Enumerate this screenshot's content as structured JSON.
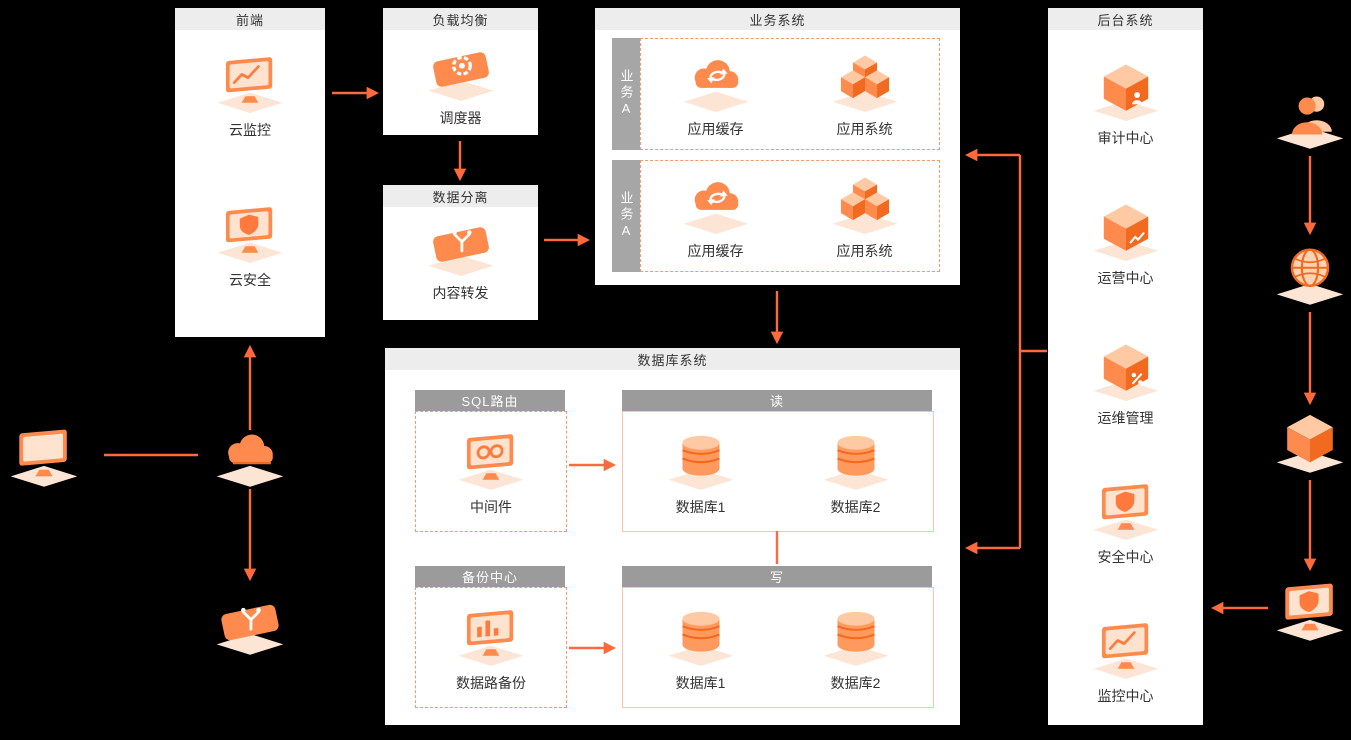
{
  "colors": {
    "background": "#000000",
    "accent": "#ff6a3d",
    "panel_header_bg": "#ededed",
    "subheader_bg": "#9b9b9b",
    "dashed_border": "#ff9468",
    "icon_orange": "#ff8a4d",
    "platform": "#fce5d5"
  },
  "panels": {
    "frontend": {
      "title": "前端",
      "items": [
        {
          "label": "云监控",
          "icon": "cloud-monitor-icon"
        },
        {
          "label": "云安全",
          "icon": "cloud-security-icon"
        }
      ]
    },
    "load_balancer": {
      "title": "负载均衡",
      "items": [
        {
          "label": "调度器",
          "icon": "scheduler-icon"
        }
      ]
    },
    "data_separation": {
      "title": "数据分离",
      "items": [
        {
          "label": "内容转发",
          "icon": "content-forward-icon"
        }
      ]
    },
    "business_system": {
      "title": "业务系统",
      "groups": [
        {
          "tab": "业务A",
          "items": [
            {
              "label": "应用缓存",
              "icon": "app-cache-icon"
            },
            {
              "label": "应用系统",
              "icon": "app-system-icon"
            }
          ]
        },
        {
          "tab": "业务A",
          "items": [
            {
              "label": "应用缓存",
              "icon": "app-cache-icon"
            },
            {
              "label": "应用系统",
              "icon": "app-system-icon"
            }
          ]
        }
      ]
    },
    "database_system": {
      "title": "数据库系统",
      "sql_routing": {
        "title": "SQL路由",
        "items": [
          {
            "label": "中间件",
            "icon": "middleware-icon"
          }
        ]
      },
      "read": {
        "title": "读",
        "items": [
          {
            "label": "数据库1",
            "icon": "database-icon"
          },
          {
            "label": "数据库2",
            "icon": "database-icon"
          }
        ]
      },
      "backup_center": {
        "title": "备份中心",
        "items": [
          {
            "label": "数据路备份",
            "icon": "data-backup-icon"
          }
        ]
      },
      "write": {
        "title": "写",
        "items": [
          {
            "label": "数据库1",
            "icon": "database-icon"
          },
          {
            "label": "数据库2",
            "icon": "database-icon"
          }
        ]
      }
    },
    "backend_system": {
      "title": "后台系统",
      "items": [
        {
          "label": "审计中心",
          "icon": "audit-center-icon"
        },
        {
          "label": "运营中心",
          "icon": "operation-center-icon"
        },
        {
          "label": "运维管理",
          "icon": "ops-management-icon"
        },
        {
          "label": "安全中心",
          "icon": "security-center-icon"
        },
        {
          "label": "监控中心",
          "icon": "monitor-center-icon"
        }
      ]
    }
  },
  "external": {
    "left": [
      {
        "icon": "terminal-icon"
      },
      {
        "icon": "cloud-icon"
      },
      {
        "icon": "switch-icon"
      }
    ],
    "right": [
      {
        "icon": "user-icon"
      },
      {
        "icon": "globe-icon"
      },
      {
        "icon": "package-icon"
      },
      {
        "icon": "secure-terminal-icon"
      }
    ]
  }
}
